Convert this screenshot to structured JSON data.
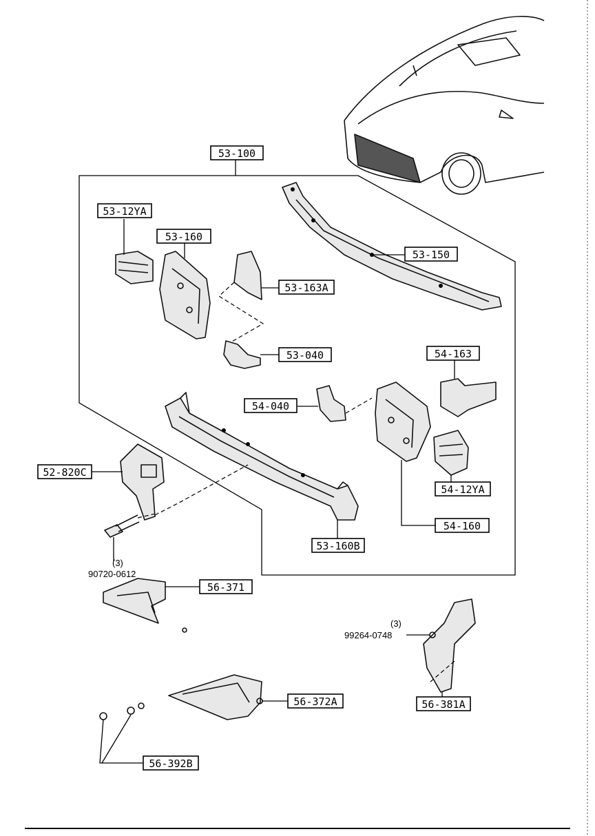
{
  "labels": {
    "l53_100": "53-100",
    "l53_12YA": "53-12YA",
    "l53_160": "53-160",
    "l53_163A": "53-163A",
    "l53_150": "53-150",
    "l53_040": "53-040",
    "l54_163": "54-163",
    "l54_040": "54-040",
    "l52_820C": "52-820C",
    "l54_12YA": "54-12YA",
    "l54_160": "54-160",
    "l53_160B": "53-160B",
    "l56_371": "56-371",
    "l56_372A": "56-372A",
    "l56_392B": "56-392B",
    "l56_381A": "56-381A"
  },
  "fasteners": {
    "bolt_qty": "(3)",
    "bolt_part": "90720-0612",
    "screw_qty": "(3)",
    "screw_part": "99264-0748"
  },
  "icons": [
    "car-front-icon",
    "bracket-icon",
    "crossmember-icon",
    "undercover-icon",
    "bolt-icon"
  ]
}
